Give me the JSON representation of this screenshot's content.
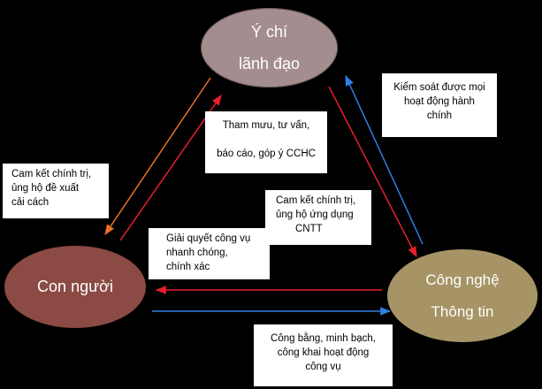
{
  "nodes": {
    "leadership": {
      "line1": "Ý chí",
      "line2": "lãnh đạo",
      "color": "#a48d8f"
    },
    "people": {
      "line1": "Con người",
      "color": "#8b4a43"
    },
    "technology": {
      "line1": "Công nghệ",
      "line2": "Thông tin",
      "color": "#a69466"
    }
  },
  "labels": {
    "control": {
      "line1": "Kiểm soát được mọi",
      "line2": "hoạt động hành",
      "line3": "chính"
    },
    "advice": {
      "line1": "Tham mưu, tư vấn,",
      "line2": "báo cáo, góp ý CCHC"
    },
    "commit_reform": {
      "line1": "Cam kết chính trị,",
      "line2": "ủng hộ đề xuất",
      "line3": "cải cách"
    },
    "commit_it": {
      "line1": "Cam kết chính trị,",
      "line2": "ủng hộ ứng dụng",
      "line3": "CNTT"
    },
    "resolve": {
      "line1": "Giải quyết công vụ",
      "line2": "nhanh chóng,",
      "line3": "chính xác"
    },
    "fairness": {
      "line1": "Công bằng, minh bạch,",
      "line2": "công khai hoạt động",
      "line3": "công vụ"
    }
  },
  "edges": [
    {
      "from": "leadership",
      "to": "people",
      "color": "#e8702a"
    },
    {
      "from": "people",
      "to": "leadership",
      "color": "#e8202a"
    },
    {
      "from": "leadership",
      "to": "technology",
      "color": "#e8202a"
    },
    {
      "from": "technology",
      "to": "leadership",
      "color": "#2f7fe0"
    },
    {
      "from": "technology",
      "to": "people",
      "color": "#e8202a"
    },
    {
      "from": "people",
      "to": "technology",
      "color": "#2f7fe0"
    }
  ]
}
